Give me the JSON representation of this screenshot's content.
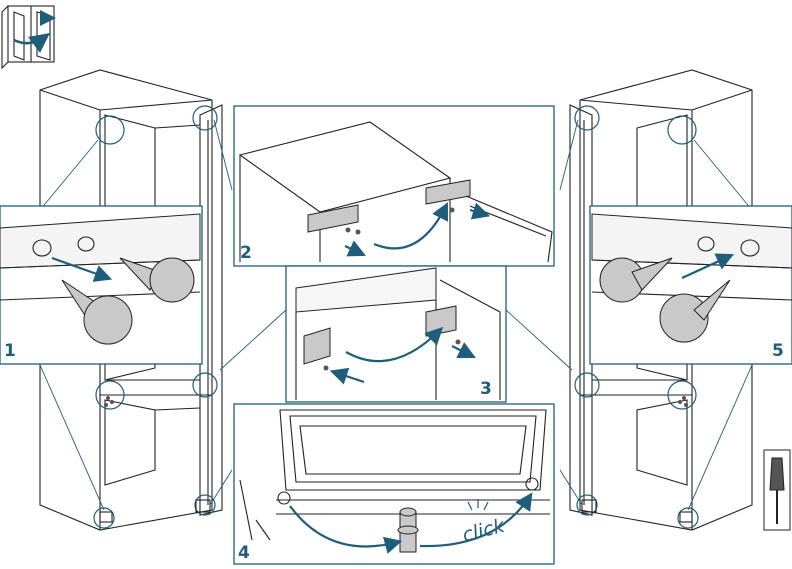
{
  "diagram": {
    "steps": [
      {
        "label": "1"
      },
      {
        "label": "2"
      },
      {
        "label": "3"
      },
      {
        "label": "4"
      },
      {
        "label": "5"
      }
    ],
    "click_label": "click",
    "icons": {
      "door_reversal": "door-reversal-icon",
      "screwdriver": "screwdriver-icon"
    },
    "colors": {
      "accent": "#1f5e7a",
      "line": "#222222",
      "part_fill": "#c9c9c9"
    }
  }
}
